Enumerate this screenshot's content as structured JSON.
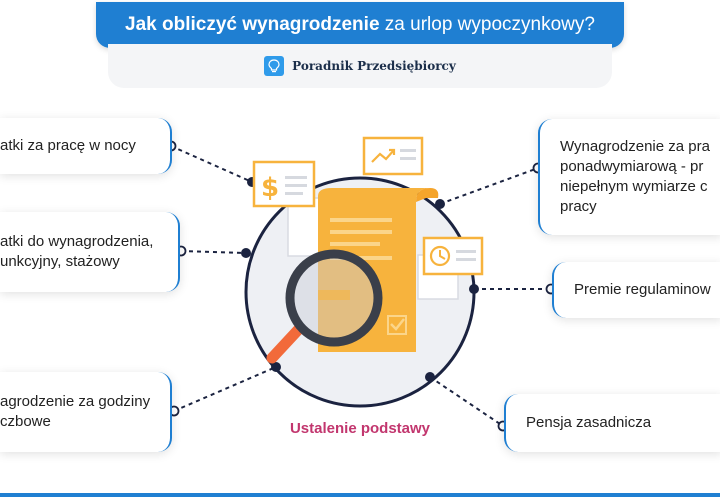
{
  "header": {
    "title_bold": "Jak obliczyć wynagrodzenie",
    "title_rest": " za urlop wypoczynkowy?",
    "brand": "Poradnik Przedsiębiorcy"
  },
  "hub": {
    "label": "Ustalenie podstawy"
  },
  "left_items": [
    {
      "label": "atki za pracę w nocy"
    },
    {
      "label": "atki do wynagrodzenia,\nunkcyjny, stażowy"
    },
    {
      "label": "agrodzenie za godziny\nczbowe"
    }
  ],
  "right_items": [
    {
      "label": "Wynagrodzenie za pra\nponadwymiarową - pr\nniepełnym wymiarze c\npracy"
    },
    {
      "label": "Premie regulaminow"
    },
    {
      "label": "Pensja zasadnicza"
    }
  ],
  "colors": {
    "primary": "#1f7fd2",
    "accent_label": "#c2366e",
    "document": "#f7b33d",
    "magnifier_handle": "#f26a3a",
    "node": "#1b2340"
  }
}
